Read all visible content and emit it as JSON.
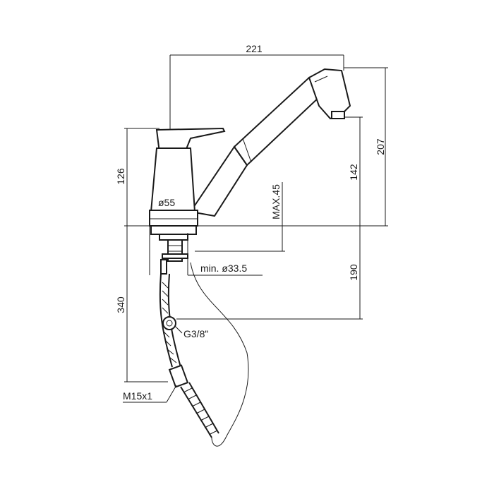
{
  "diagram": {
    "dimensions": {
      "top_width": "221",
      "height_total": "207",
      "spout_height": "142",
      "handle_height": "126",
      "deck_thickness": "MAX.45",
      "body_diameter": "ø55",
      "hole_diameter": "min. ø33.5",
      "below_deck": "190",
      "hose_length": "340",
      "hose_thread": "G3/8\"",
      "hose_connector": "M15x1"
    }
  }
}
